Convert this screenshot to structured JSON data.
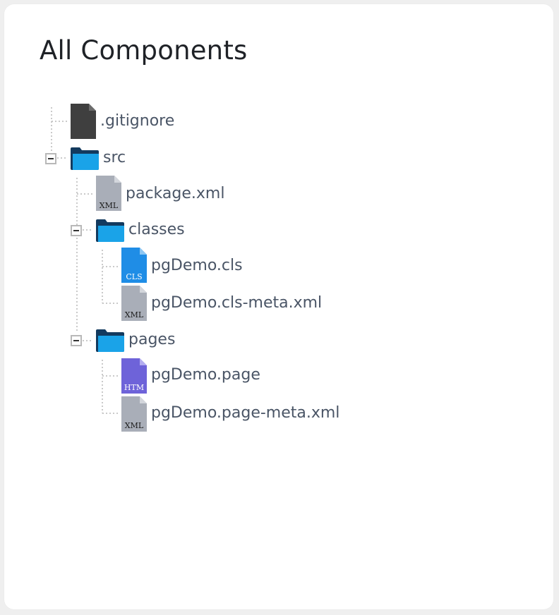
{
  "panel": {
    "title": "All Components"
  },
  "tree": {
    "items": [
      {
        "label": ".gitignore",
        "icon": "generic-file-icon"
      },
      {
        "label": "src",
        "icon": "folder-icon",
        "expanded": true
      },
      {
        "label": "package.xml",
        "icon": "xml-file-icon",
        "badge": "XML"
      },
      {
        "label": "classes",
        "icon": "folder-icon",
        "expanded": true
      },
      {
        "label": "pgDemo.cls",
        "icon": "cls-file-icon",
        "badge": "CLS"
      },
      {
        "label": "pgDemo.cls-meta.xml",
        "icon": "xml-file-icon",
        "badge": "XML"
      },
      {
        "label": "pages",
        "icon": "folder-icon",
        "expanded": true
      },
      {
        "label": "pgDemo.page",
        "icon": "htm-file-icon",
        "badge": "HTM"
      },
      {
        "label": "pgDemo.page-meta.xml",
        "icon": "xml-file-icon",
        "badge": "XML"
      }
    ]
  },
  "colors": {
    "folder_back": "#133a5e",
    "folder_front": "#1aa3e8",
    "generic_file": "#3f3f3f",
    "xml_file": "#a9aeb8",
    "cls_file": "#1f8de6",
    "htm_file": "#6e63d9",
    "label_text": "#4a5566"
  }
}
